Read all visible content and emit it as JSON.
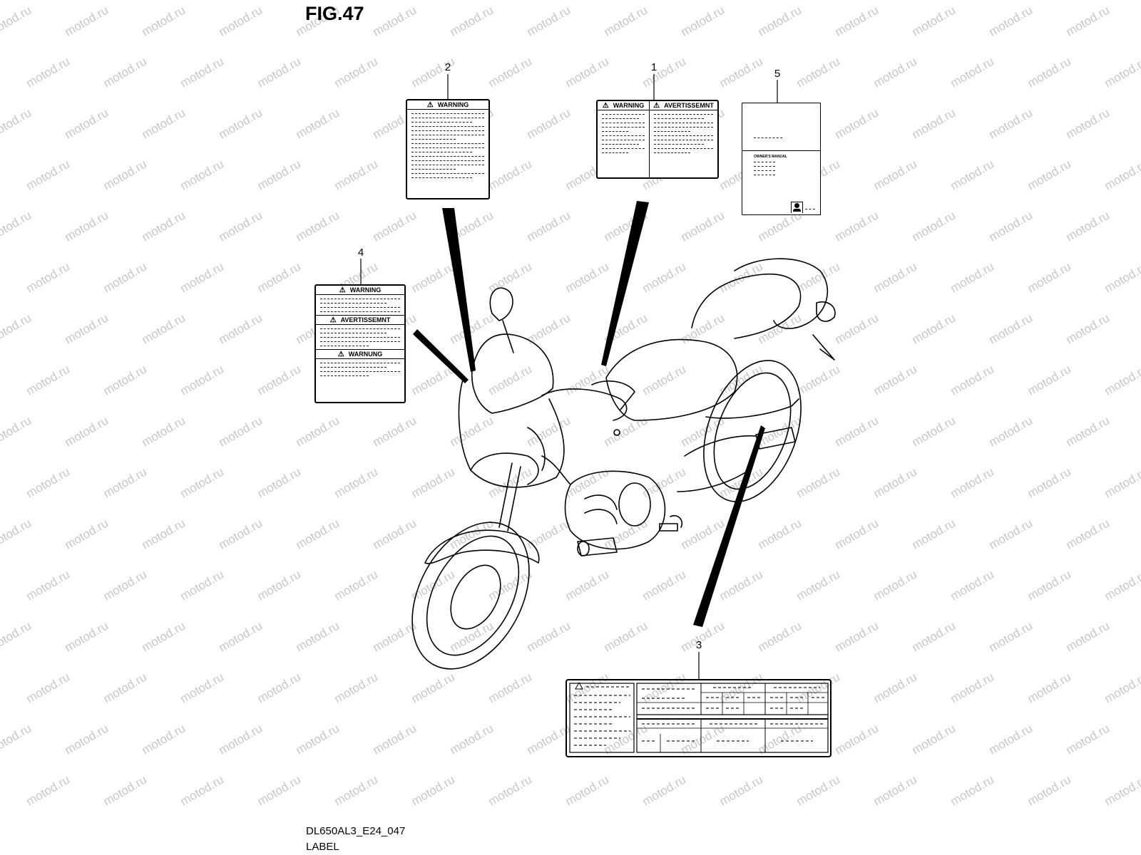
{
  "figure": {
    "title": "FIG.47",
    "model_code": "DL650AL3_E24_047",
    "section": "LABEL"
  },
  "watermark": "motod.ru",
  "callouts": [
    "1",
    "2",
    "3",
    "4",
    "5"
  ],
  "labels": {
    "label_1": {
      "left_header": "WARNING",
      "right_header": "AVERTISSEMNT"
    },
    "label_2": {
      "header": "WARNING"
    },
    "label_4": {
      "headers": [
        "WARNING",
        "AVERTISSEMNT",
        "WARNUNG"
      ]
    },
    "label_5": {
      "title": "OWNER'S MANUAL"
    }
  },
  "icons": {
    "warning": "warning-triangle-icon",
    "manual": "owners-manual-icon"
  }
}
